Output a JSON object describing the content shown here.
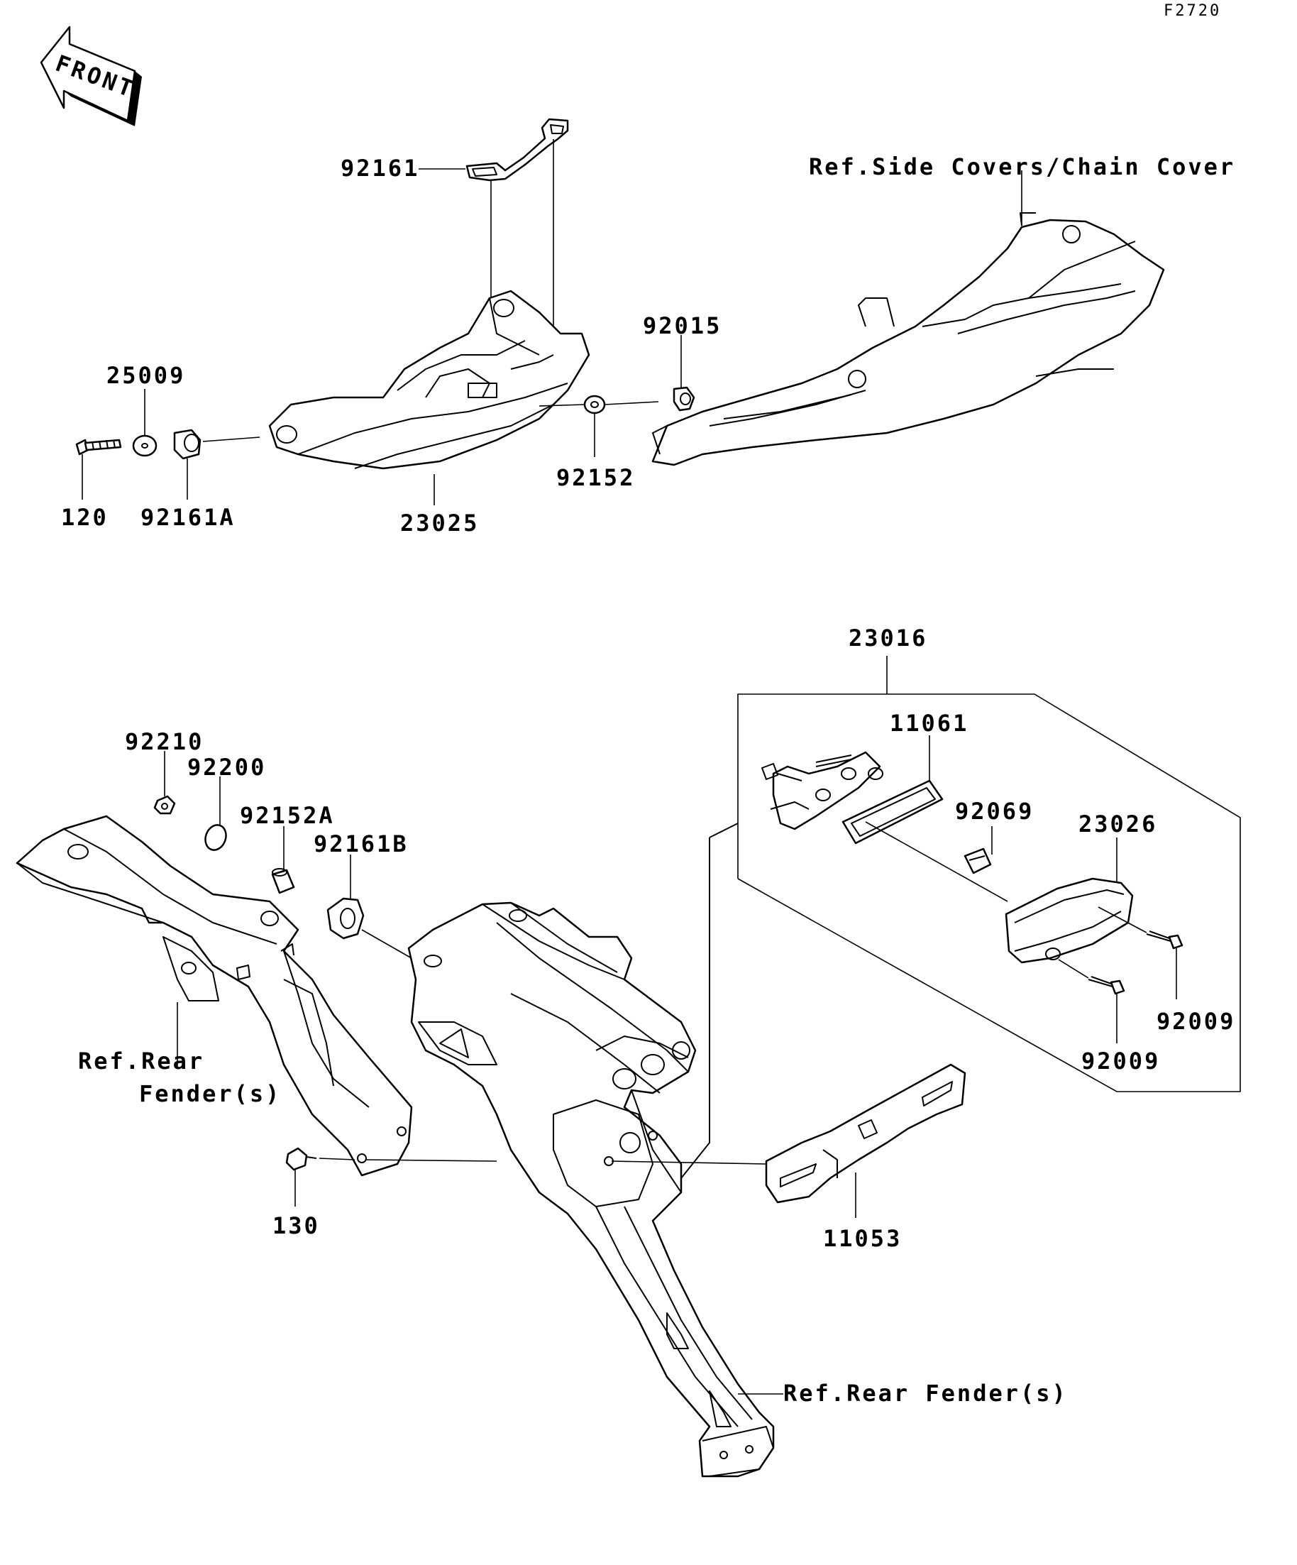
{
  "figure_code": "F2720",
  "front_label": "FRONT",
  "labels": {
    "p92161": "92161",
    "ref_side_covers": "Ref.Side Covers/Chain Cover",
    "p92015": "92015",
    "p25009": "25009",
    "p120": "120",
    "p92161A": "92161A",
    "p23025": "23025",
    "p92152": "92152",
    "p23016": "23016",
    "p11061": "11061",
    "p92069": "92069",
    "p23026": "23026",
    "p92009_a": "92009",
    "p92009_b": "92009",
    "p92210": "92210",
    "p92200": "92200",
    "p92152A": "92152A",
    "p92161B": "92161B",
    "ref_rear_fender_1a": "Ref.Rear",
    "ref_rear_fender_1b": "Fender(s)",
    "p130": "130",
    "p11053": "11053",
    "ref_rear_fender_2": "Ref.Rear Fender(s)"
  }
}
